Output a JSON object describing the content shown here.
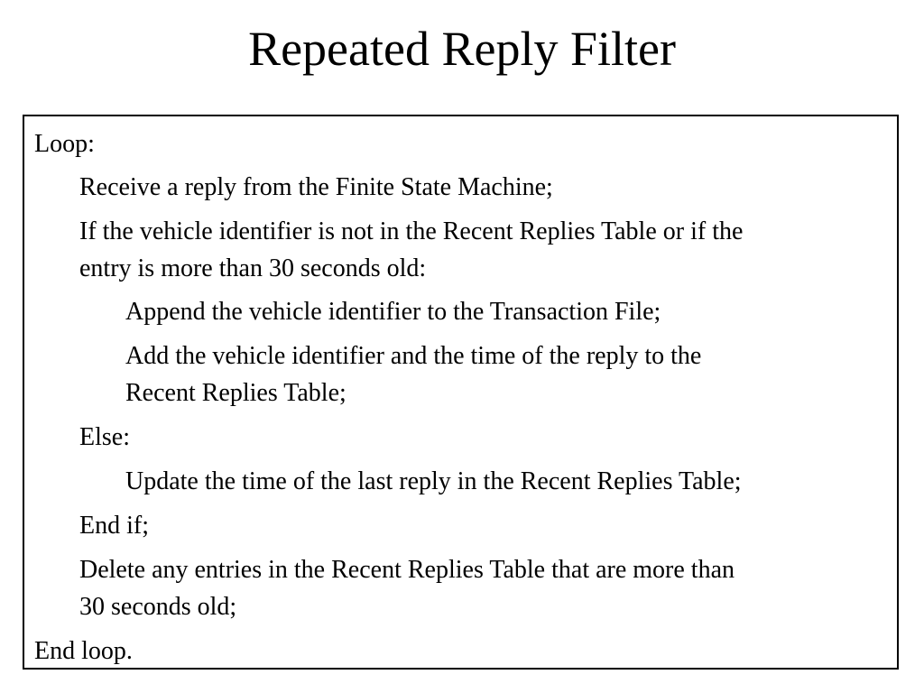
{
  "title": "Repeated Reply Filter",
  "algorithm": {
    "lines": [
      "Loop:",
      "Receive a reply from the Finite State Machine;",
      "If the vehicle identifier is not in the Recent Replies Table or if the",
      "entry is more than 30 seconds old:",
      "Append the vehicle identifier to the Transaction File;",
      "Add the vehicle identifier and the time of the reply to the",
      "Recent Replies Table;",
      "Else:",
      "Update the time of the last reply in the Recent Replies Table;",
      "End if;",
      "Delete any entries in the Recent Replies Table that are more than",
      "30 seconds old;",
      "End loop."
    ]
  }
}
